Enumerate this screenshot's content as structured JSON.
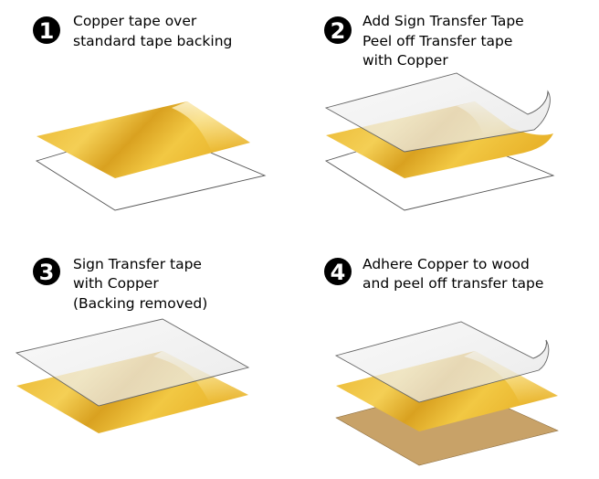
{
  "steps": [
    {
      "number": "1",
      "lines": [
        "Copper tape over",
        "standard tape backing"
      ]
    },
    {
      "number": "2",
      "lines": [
        "Add Sign Transfer Tape",
        "Peel off Transfer tape",
        "with Copper"
      ]
    },
    {
      "number": "3",
      "lines": [
        "Sign Transfer tape",
        "with Copper",
        "(Backing removed)"
      ]
    },
    {
      "number": "4",
      "lines": [
        "Adhere Copper to wood",
        "and peel off transfer tape"
      ]
    }
  ],
  "colors": {
    "copper_light": "#f8dc70",
    "copper_mid": "#eab630",
    "copper_dark": "#d49a18",
    "wood": "#c8a268",
    "transfer": "#eeeeee",
    "backing": "#ffffff"
  }
}
